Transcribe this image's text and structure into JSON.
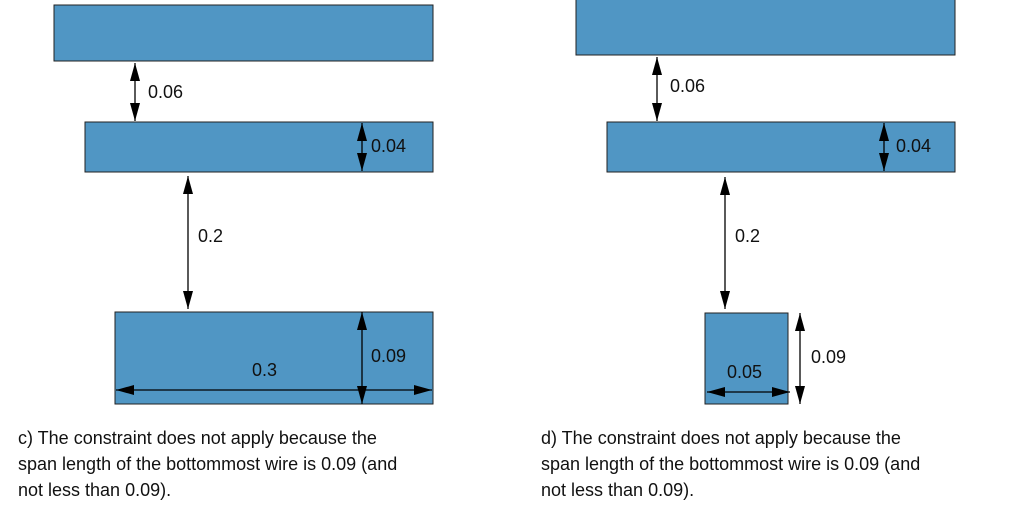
{
  "colors": {
    "wire": "#5096c4"
  },
  "panel_c": {
    "labels": {
      "spacing_top": "0.06",
      "wire_width_middle": "0.04",
      "spacing_bottom": "0.2",
      "bottom_width": "0.09",
      "bottom_span": "0.3"
    },
    "caption": [
      "c) The constraint does not apply because the",
      "span length of the bottommost wire is 0.09 (and",
      "not less than 0.09)."
    ]
  },
  "panel_d": {
    "labels": {
      "spacing_top": "0.06",
      "wire_width_middle": "0.04",
      "spacing_bottom": "0.2",
      "bottom_width": "0.09",
      "bottom_span": "0.05"
    },
    "caption": [
      "d) The constraint does not apply because the",
      "span length of the bottommost wire is 0.09 (and",
      "not less than 0.09)."
    ]
  }
}
